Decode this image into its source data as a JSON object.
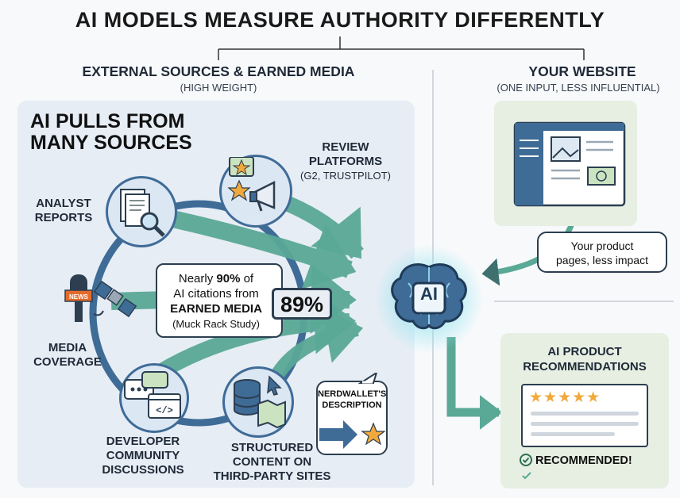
{
  "title": "AI MODELS MEASURE AUTHORITY DIFFERENTLY",
  "left_header": {
    "title": "EXTERNAL SOURCES & EARNED MEDIA",
    "subtitle": "(HIGH WEIGHT)"
  },
  "right_header": {
    "title": "YOUR WEBSITE",
    "subtitle": "(ONE INPUT, LESS INFLUENTIAL)"
  },
  "panel_title_line1": "AI PULLS FROM",
  "panel_title_line2": "MANY SOURCES",
  "sources": {
    "review": [
      "REVIEW",
      "PLATFORMS",
      "(G2, TRUSTPILOT)"
    ],
    "analyst": [
      "ANALYST",
      "REPORTS"
    ],
    "media": [
      "MEDIA",
      "COVERAGE"
    ],
    "developer": [
      "DEVELOPER",
      "COMMUNITY",
      "DISCUSSIONS"
    ],
    "structured": [
      "STRUCTURED",
      "CONTENT ON",
      "THIRD-PARTY SITES"
    ]
  },
  "news_badge": "NEWS",
  "callout": {
    "line1_pre": "Nearly ",
    "line1_bold": "90%",
    "line1_post": " of",
    "line2": "AI citations from",
    "line3": "EARNED MEDIA",
    "line4": "(Muck Rack Study)"
  },
  "stat": "89%",
  "ai_label": "AI",
  "nerdwallet": [
    "NERDWALLET'S",
    "DESCRIPTION"
  ],
  "website_bubble": [
    "Your product",
    "pages, less impact"
  ],
  "recommendations": {
    "title_line1": "AI PRODUCT",
    "title_line2": "RECOMMENDATIONS",
    "stars": "★★★★★",
    "rating": 5,
    "status": "RECOMMENDED!"
  },
  "colors": {
    "teal_arrow": "#5aa896",
    "blue_ring": "#3f6b97",
    "brain_glow": "#8fe3ef",
    "star": "#f2a93b",
    "panel_bg": "#e6edf5",
    "card_bg": "#e6efe2"
  },
  "icons": [
    "document-magnifier-icon",
    "megaphone-icon",
    "star-icon",
    "microphone-icon",
    "satellite-icon",
    "chat-bubbles-icon",
    "code-window-icon",
    "database-icon",
    "map-icon",
    "cursor-icon",
    "brain-icon",
    "website-mockup-icon",
    "checkmark-icon"
  ]
}
